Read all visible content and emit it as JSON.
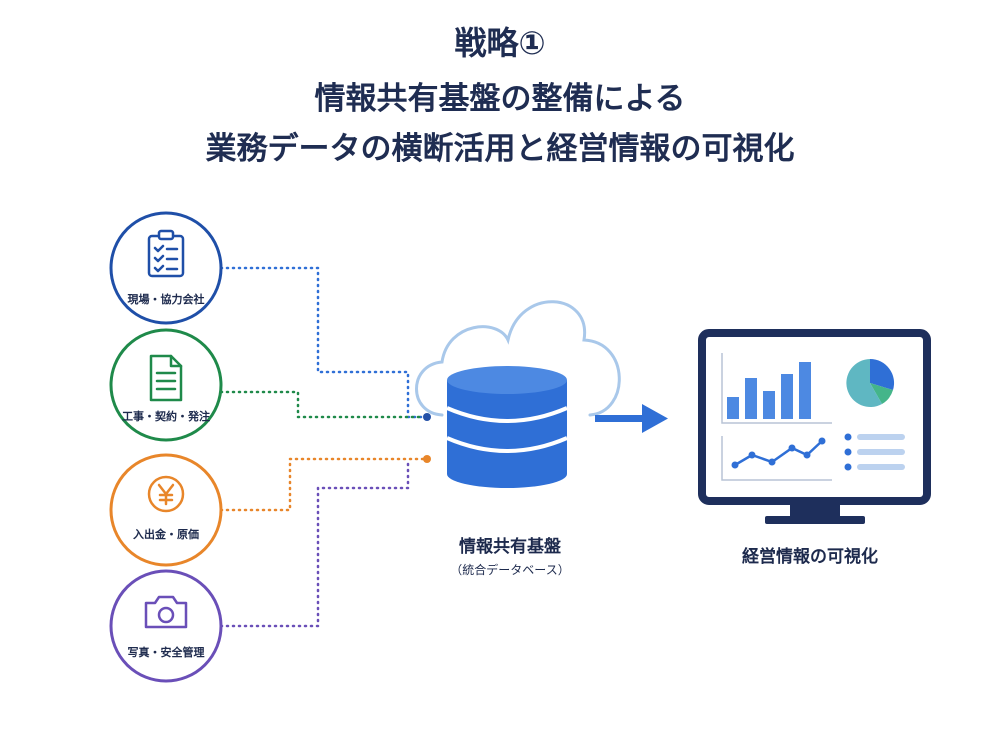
{
  "title": {
    "line1": "戦略①",
    "line2": "情報共有基盤の整備による",
    "line3": "業務データの横断活用と経営情報の可視化"
  },
  "sources": [
    {
      "label": "現場・協力会社",
      "icon": "clipboard-checklist-icon",
      "color": "#1f4fa8"
    },
    {
      "label": "工事・契約・発注",
      "icon": "document-icon",
      "color": "#1f8a4a"
    },
    {
      "label": "入出金・原価",
      "icon": "yen-coin-icon",
      "color": "#e8862a"
    },
    {
      "label": "写真・安全管理",
      "icon": "camera-icon",
      "color": "#6a4fb8"
    }
  ],
  "platform": {
    "title": "情報共有基盤",
    "subtitle": "（統合データベース）",
    "icon": "cloud-database-icon"
  },
  "output": {
    "label": "経営情報の可視化",
    "icon": "dashboard-monitor-icon"
  },
  "colors": {
    "title": "#1f2d52",
    "accent": "#2f6fd6",
    "cloud": "#a9c8ea"
  }
}
